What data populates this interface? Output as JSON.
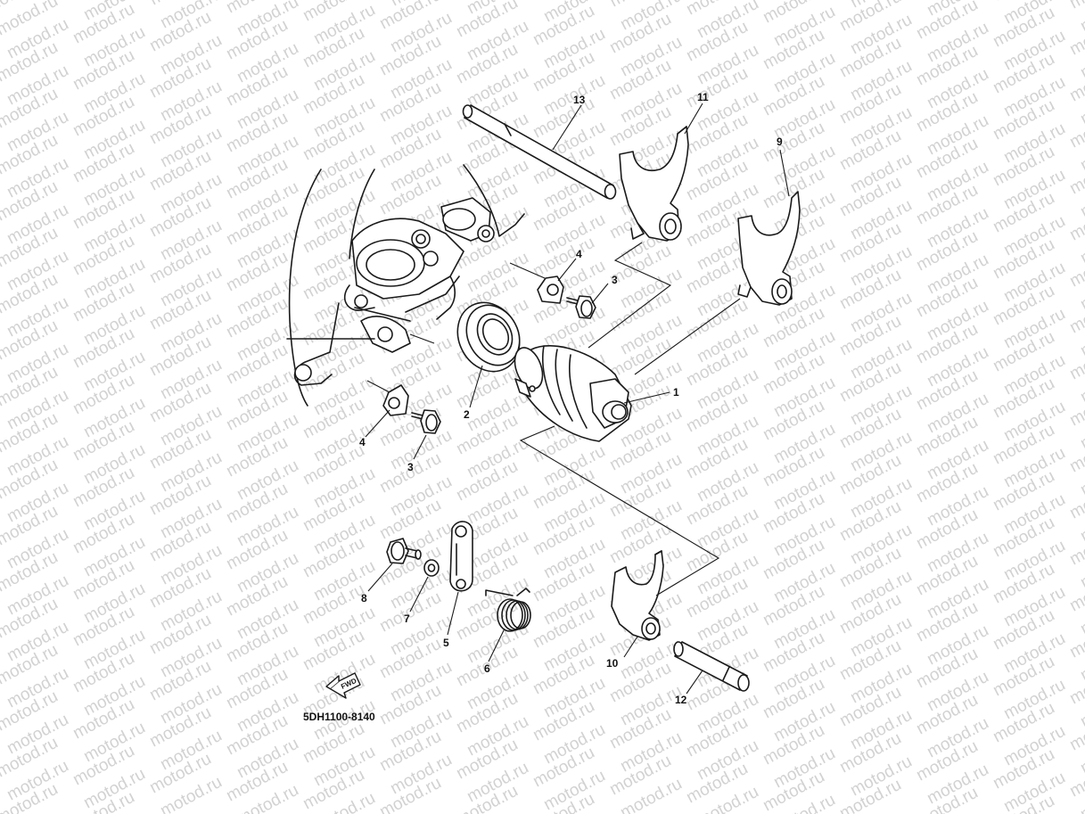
{
  "watermark": "motod.ru",
  "diagram_code": "5DH1100-8140",
  "fwd_label": "FWD",
  "callouts": {
    "c1": "1",
    "c2": "2",
    "c3a": "3",
    "c3b": "3",
    "c4a": "4",
    "c4b": "4",
    "c5": "5",
    "c6": "6",
    "c7": "7",
    "c8": "8",
    "c9": "9",
    "c10": "10",
    "c11": "11",
    "c12": "12",
    "c13": "13"
  }
}
